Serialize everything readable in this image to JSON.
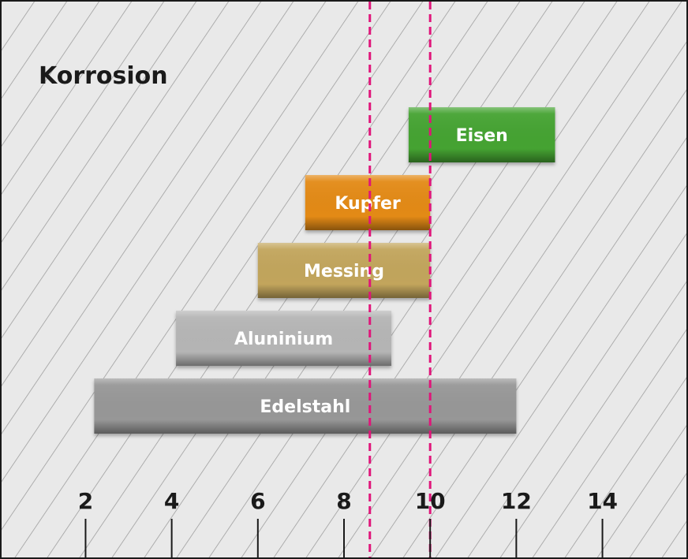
{
  "chart_data": {
    "type": "bar",
    "orientation": "horizontal-range",
    "title": "Korrosion",
    "xlabel": "",
    "ylabel": "",
    "xlim": [
      0.05,
      15.95
    ],
    "ticks": [
      2,
      4,
      6,
      8,
      10,
      12,
      14
    ],
    "grid": false,
    "background": "diagonal-hatch",
    "series": [
      {
        "label": "Eisen",
        "start": 9.5,
        "end": 12.9,
        "color": "#44a332"
      },
      {
        "label": "Kupfer",
        "start": 7.1,
        "end": 10.0,
        "color": "#e38a12"
      },
      {
        "label": "Messing",
        "start": 6.0,
        "end": 10.0,
        "color": "#c2a55b"
      },
      {
        "label": "Aluninium",
        "start": 4.1,
        "end": 9.1,
        "color": "#b5b5b5"
      },
      {
        "label": "Edelstahl",
        "start": 2.2,
        "end": 12.0,
        "color": "#979797"
      }
    ],
    "reference_lines": [
      {
        "x": 8.6,
        "style": "dashed",
        "color": "#e0157a"
      },
      {
        "x": 10.0,
        "style": "dashed",
        "color": "#e0157a"
      }
    ]
  }
}
